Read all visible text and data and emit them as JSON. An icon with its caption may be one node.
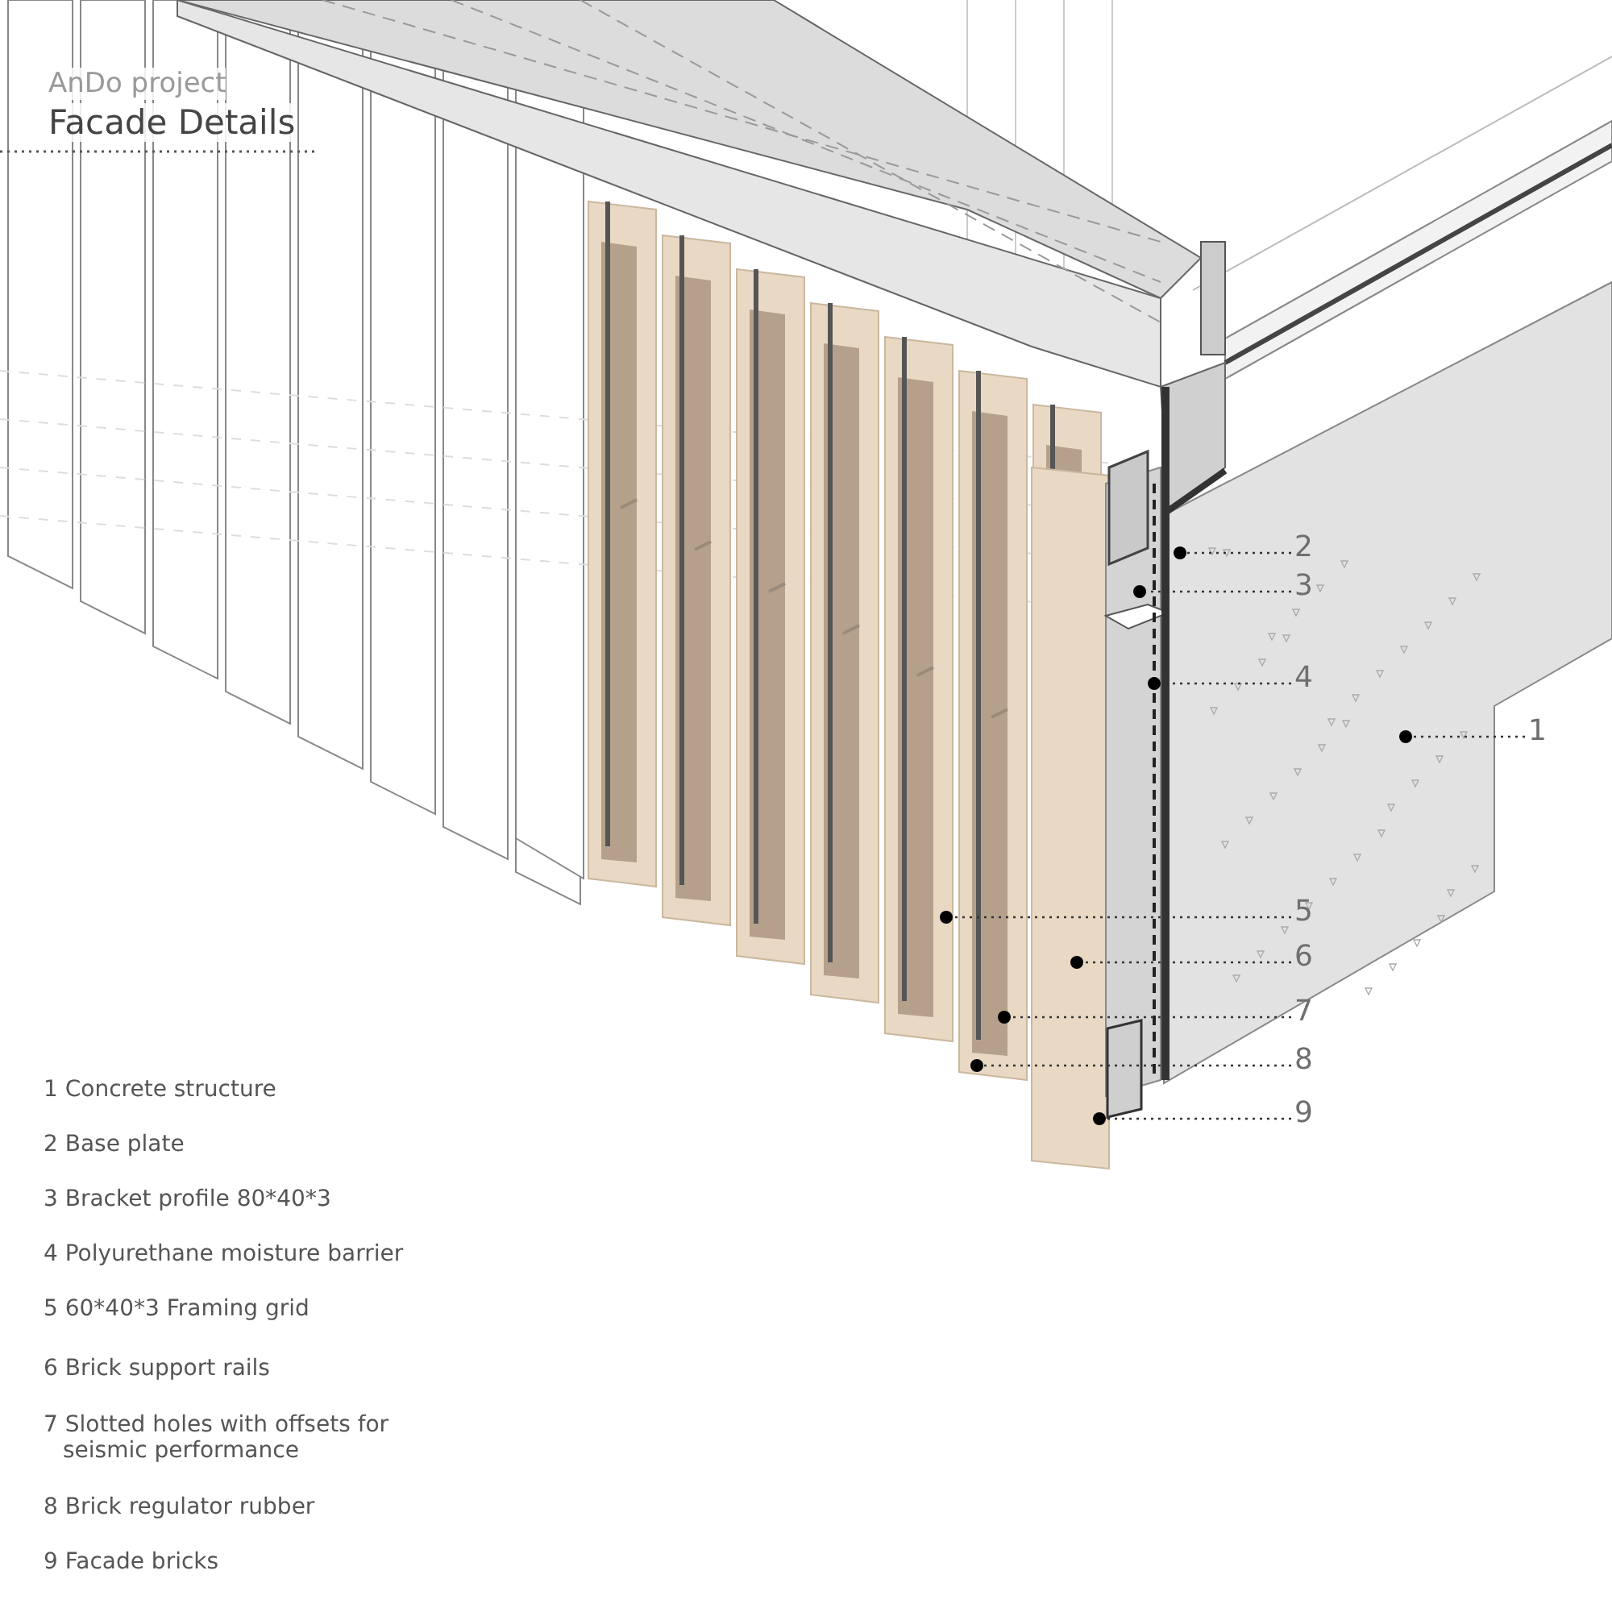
{
  "diagram": {
    "title": "Facade Details",
    "nodes": [
      {
        "text": [
          "1"
        ]
      },
      {
        "text": [
          "2"
        ]
      },
      {
        "text": [
          "3"
        ]
      },
      {
        "text": [
          "4"
        ]
      },
      {
        "text": [
          "5"
        ]
      },
      {
        "text": [
          "6"
        ]
      },
      {
        "text": [
          "7"
        ]
      },
      {
        "text": [
          "8"
        ]
      },
      {
        "text": [
          "9"
        ]
      }
    ],
    "edges": [
      {
        "from": 0,
        "to": null,
        "arrow": "other"
      },
      {
        "from": 1,
        "to": null,
        "arrow": "other"
      },
      {
        "from": 2,
        "to": null,
        "arrow": "other"
      },
      {
        "from": 3,
        "to": null,
        "arrow": "other"
      },
      {
        "from": 4,
        "to": null,
        "arrow": "other"
      },
      {
        "from": 5,
        "to": null,
        "arrow": "other"
      },
      {
        "from": 6,
        "to": null,
        "arrow": "other"
      },
      {
        "from": 7,
        "to": null,
        "arrow": "other"
      },
      {
        "from": 8,
        "to": null,
        "arrow": "other"
      }
    ],
    "labels": [
      "AnDo project",
      "1 Concrete structure",
      "2 Base plate",
      "3 Bracket profile 80*40*3",
      "4 Polyurethane moisture barrier",
      "5 60*40*3 Framing grid",
      "6 Brick support rails",
      "7 Slotted holes with offsets for seismic performance",
      "8 Brick regulator rubber",
      "9 Facade bricks"
    ]
  }
}
